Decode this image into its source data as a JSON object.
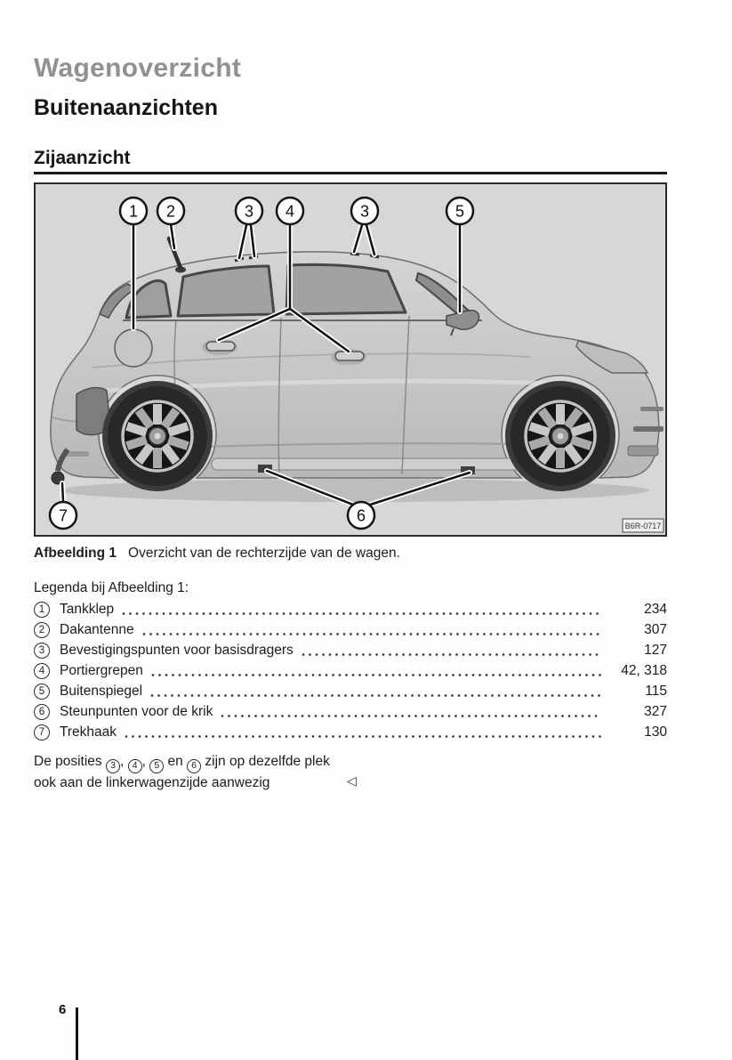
{
  "page": {
    "chapter_title": "Wagenoverzicht",
    "section_title": "Buitenaanzichten",
    "subsection_title": "Zijaanzicht",
    "page_number": "6"
  },
  "figure": {
    "caption_label": "Afbeelding 1",
    "caption_text": "Overzicht van de rechterzijde van de wagen.",
    "image_code": "B6R-0717",
    "callouts": {
      "c1": "1",
      "c2": "2",
      "c3a": "3",
      "c4": "4",
      "c3b": "3",
      "c5": "5",
      "c7": "7",
      "c6": "6"
    }
  },
  "legend": {
    "heading": "Legenda bij Afbeelding 1:",
    "items": [
      {
        "num": "1",
        "label": "Tankklep",
        "page": "234"
      },
      {
        "num": "2",
        "label": "Dakantenne",
        "page": "307"
      },
      {
        "num": "3",
        "label": "Bevestigingspunten voor basisdragers",
        "page": "127"
      },
      {
        "num": "4",
        "label": "Portiergrepen",
        "page": "42, 318"
      },
      {
        "num": "5",
        "label": "Buitenspiegel",
        "page": "115"
      },
      {
        "num": "6",
        "label": "Steunpunten voor de krik",
        "page": "327"
      },
      {
        "num": "7",
        "label": "Trekhaak",
        "page": "130"
      }
    ]
  },
  "note": {
    "intro": "De posities ",
    "num1": "3",
    "sep1": ", ",
    "num2": "4",
    "sep2": ", ",
    "num3": "5",
    "sep3": " en ",
    "num4": "6",
    "outro": " zijn op dezelfde plek",
    "line2": "ook aan de linkerwagenzijde aanwezig",
    "end_marker": "◁"
  },
  "colors": {
    "chapter_title_gray": "#919193",
    "figure_background": "#d7d7d7",
    "text_black": "#1c1c1c"
  }
}
